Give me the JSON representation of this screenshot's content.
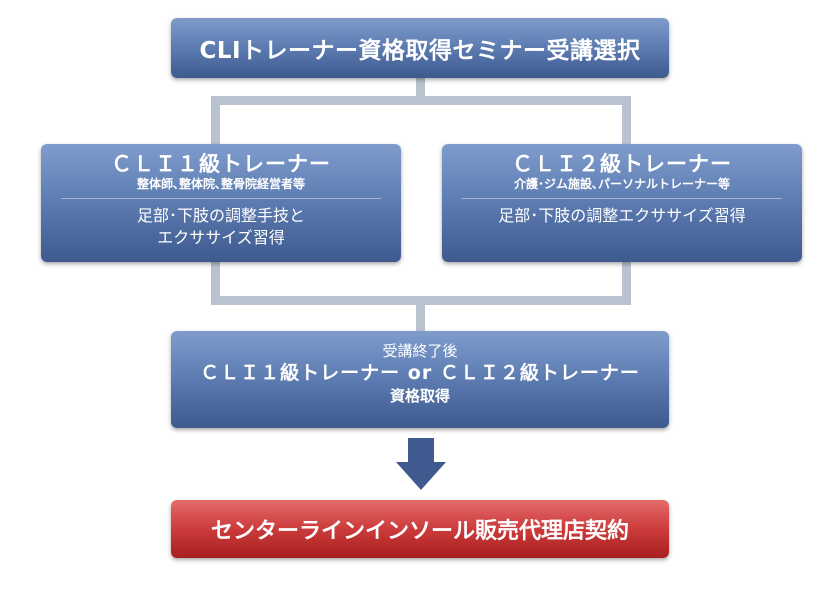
{
  "title": "CLIトレーナー資格取得セミナー受講選択",
  "levels": [
    {
      "name": "ＣＬＩ１級トレーナー",
      "target": "整体師､整体院､整骨院経営者等",
      "desc_line1": "足部･下肢の調整手技と",
      "desc_line2": "エクササイズ習得"
    },
    {
      "name": "ＣＬＩ２級トレーナー",
      "target": "介護･ジム施設､パーソナルトレーナー等",
      "desc_line1": "足部･下肢の調整エクササイズ習得",
      "desc_line2": ""
    }
  ],
  "result": {
    "top": "受講終了後",
    "main": "ＣＬＩ１級トレーナー or ＣＬＩ２級トレーナー",
    "bottom": "資格取得"
  },
  "contract": "センターラインインソール販売代理店契約",
  "colors": {
    "box_blue": "#5f7eb3",
    "box_red": "#cc3b3b",
    "connector": "#b9c3d0",
    "arrow": "#3e5a8f"
  }
}
